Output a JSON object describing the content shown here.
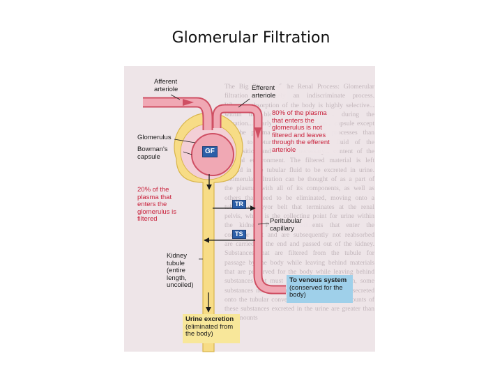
{
  "title": "Glomerular Filtration",
  "background_text": "The Big Picture of the Renal Process: Glomerular filtration is largely an indiscriminate process. Whereas absorption of the body is highly selective... within the blood... nonselectively... during the filtration... nearly 20% of the plasma... capsule except for the plasma proteins... tubular processes than with... to return to the blood a fluid of the composition and volume necessary... content of the internal environment. The filtered material is left behind in the tubular fluid to be excreted in urine. Glomerular filtration can be thought of as a part of the plasma, with all of its components, as well as others that need to be eliminated, moving onto a tubular conveyor belt that terminates at the renal pelvis, which is the collecting point for urine within the kidney. Plasma constituents that enter the conveyor belt and are subsequently not reabsorbed are carried to the end and passed out of the kidney. Substances that are filtered from the tubule for passage by the body while leaving behind materials that are preserved for the body while leaving behind substances that must be excreted. In addition, some substances not only are filtered but also are secreted onto the tubular conveyor belt so that the amounts of these substances excreted in the urine are greater than the amounts",
  "labels": {
    "afferent": "Afferent arteriole",
    "efferent": "Efferent arteriole",
    "glomerulus": "Glomerulus",
    "bowmans": "Bowman's capsule",
    "filtered_pct": "20% of the plasma that enters the glomerulus is filtered",
    "not_filtered": "80% of the plasma that enters the glomerulus is not filtered and leaves through the efferent arteriole",
    "peritubular": "Peritubular capillary",
    "tubule": "Kidney tubule (entire length, uncoiled)",
    "venous_title": "To venous system",
    "venous_sub": "(conserved for the body)",
    "urine_title": "Urine excretion",
    "urine_sub": "(eliminated from the body)"
  },
  "badges": {
    "gf": "GF",
    "tr": "TR",
    "ts": "TS"
  },
  "colors": {
    "vessel_fill": "#f0a8b4",
    "vessel_stroke": "#cf4f63",
    "tubule": "#f7dc86",
    "capsule_stroke": "#d9b54a",
    "badge": "#2c5fa8",
    "red_text": "#c8203a",
    "venous_box": "#9fd0ea",
    "urine_box": "#f8e79a",
    "figure_bg": "#eee5e8"
  }
}
